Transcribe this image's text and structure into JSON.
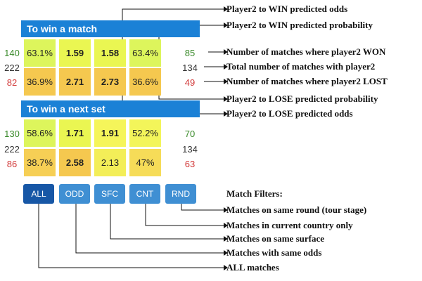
{
  "colors": {
    "header_bg": "#1b81d6",
    "green_cell": "#ddf55c",
    "yellow_cell": "#f7f35a",
    "orange_cell": "#f5c84f",
    "light_orange_cell": "#f6d65a",
    "won_text": "#3a8a2a",
    "lost_text": "#d23a3a",
    "button_bg": "#3f8fd3",
    "button_active_bg": "#1757a6"
  },
  "match": {
    "title": "To win a match",
    "won": "140",
    "total": "222",
    "lost": "82",
    "row_top": [
      "63.1%",
      "1.59",
      "1.58",
      "63.4%"
    ],
    "row_bottom": [
      "36.9%",
      "2.71",
      "2.73",
      "36.6%"
    ],
    "right_won": "85",
    "right_total": "134",
    "right_lost": "49"
  },
  "set": {
    "title": "To win a next set",
    "won": "130",
    "total": "222",
    "lost": "86",
    "row_top": [
      "58.6%",
      "1.71",
      "1.91",
      "52.2%"
    ],
    "row_bottom": [
      "38.7%",
      "2.58",
      "2.13",
      "47%"
    ],
    "right_won": "70",
    "right_total": "134",
    "right_lost": "63"
  },
  "filters": {
    "all": "ALL",
    "odd": "ODD",
    "sfc": "SFC",
    "cnt": "CNT",
    "rnd": "RND"
  },
  "annotations": {
    "win_odds": "Player2 to WIN predicted odds",
    "win_prob": "Player2 to WIN predicted probability",
    "won_count": "Number of matches where player2 WON",
    "total_count": "Total number of matches with player2",
    "lost_count": "Number of matches where player2 LOST",
    "lose_prob": "Player2 to LOSE predicted probability",
    "lose_odds": "Player2 to LOSE predicted odds",
    "match_filters": "Match Filters:",
    "same_round": "Matches on same round (tour stage)",
    "current_country": "Matches in current country only",
    "same_surface": "Matches on same surface",
    "same_odds": "Matches with same odds",
    "all_matches": "ALL matches"
  }
}
